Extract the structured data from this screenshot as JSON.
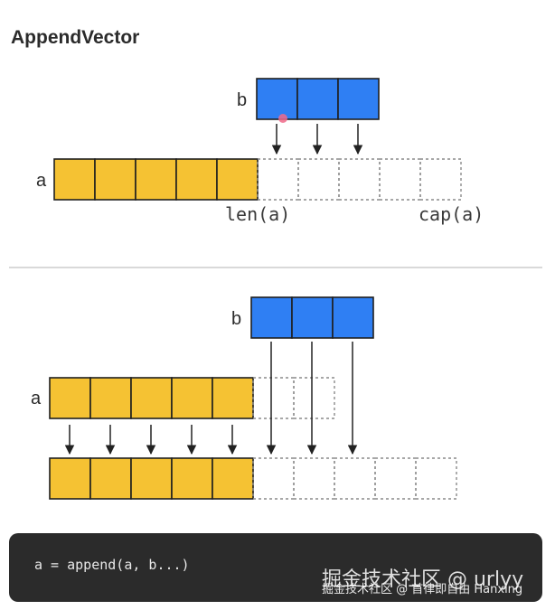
{
  "title": "AppendVector",
  "colors": {
    "slice_a": "#f5c233",
    "slice_b": "#2f7ff3",
    "border": "#1f1f1f",
    "dashed": "#8a8a8a",
    "arrow": "#222222",
    "code_bg": "#2b2b2b"
  },
  "top_diagram": {
    "b_label": "b",
    "a_label": "a",
    "b_cells": 3,
    "a_len": 5,
    "a_cap": 10,
    "len_label": "len(a)",
    "cap_label": "cap(a)"
  },
  "bottom_diagram": {
    "b_label": "b",
    "a_label": "a",
    "b_cells": 3,
    "a_len": 5,
    "a_extra_dashed": 2,
    "result_filled": 5,
    "result_total": 10
  },
  "code": {
    "text": "a = append(a, b...)"
  },
  "watermark": {
    "line1": "掘金技术社区 @ urlyy",
    "line2": "掘金技术社区 @ 首律即自由 Hanxing"
  }
}
